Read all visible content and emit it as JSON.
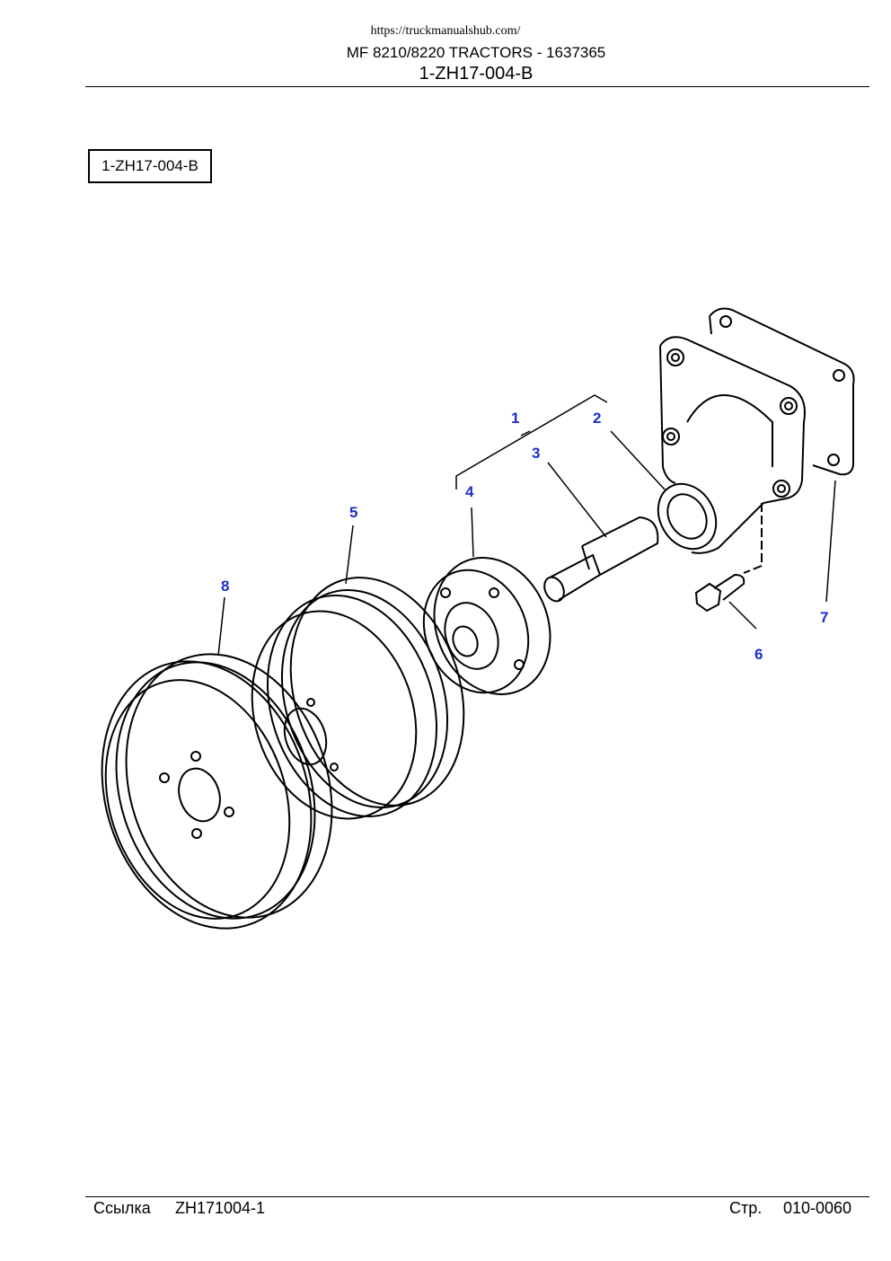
{
  "header": {
    "url": "https://truckmanualshub.com/",
    "title": "MF 8210/8220 TRACTORS - 1637365",
    "code": "1-ZH17-004-B"
  },
  "reference_box": "1-ZH17-004-B",
  "callouts": {
    "c1": "1",
    "c2": "2",
    "c3": "3",
    "c4": "4",
    "c5": "5",
    "c6": "6",
    "c7": "7",
    "c8": "8"
  },
  "footer": {
    "ref_label": "Ссылка",
    "ref_value": "ZH171004-1",
    "page_label": "Стр.",
    "page_value": "010-0060"
  },
  "colors": {
    "callout": "#1a2ecc",
    "line": "#000000"
  }
}
